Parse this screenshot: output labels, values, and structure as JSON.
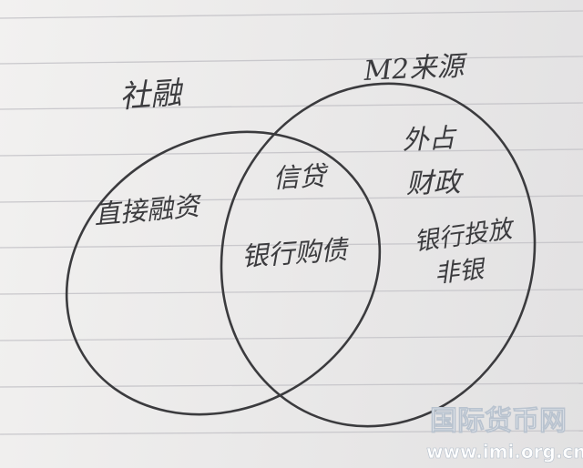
{
  "labels": {
    "left_set": "社融",
    "right_set": "M2来源",
    "left_only": "直接融资",
    "overlap": [
      "信贷",
      "银行购债"
    ],
    "right_only": [
      "外占",
      "财政",
      "银行投放",
      "非银"
    ]
  },
  "watermark": {
    "name": "国际货币网",
    "url": "www.imi.org.cn"
  },
  "colors": {
    "paper": "#eeeded",
    "ruled_line": "#c9c8cc",
    "ink": "#3b3b3e"
  }
}
